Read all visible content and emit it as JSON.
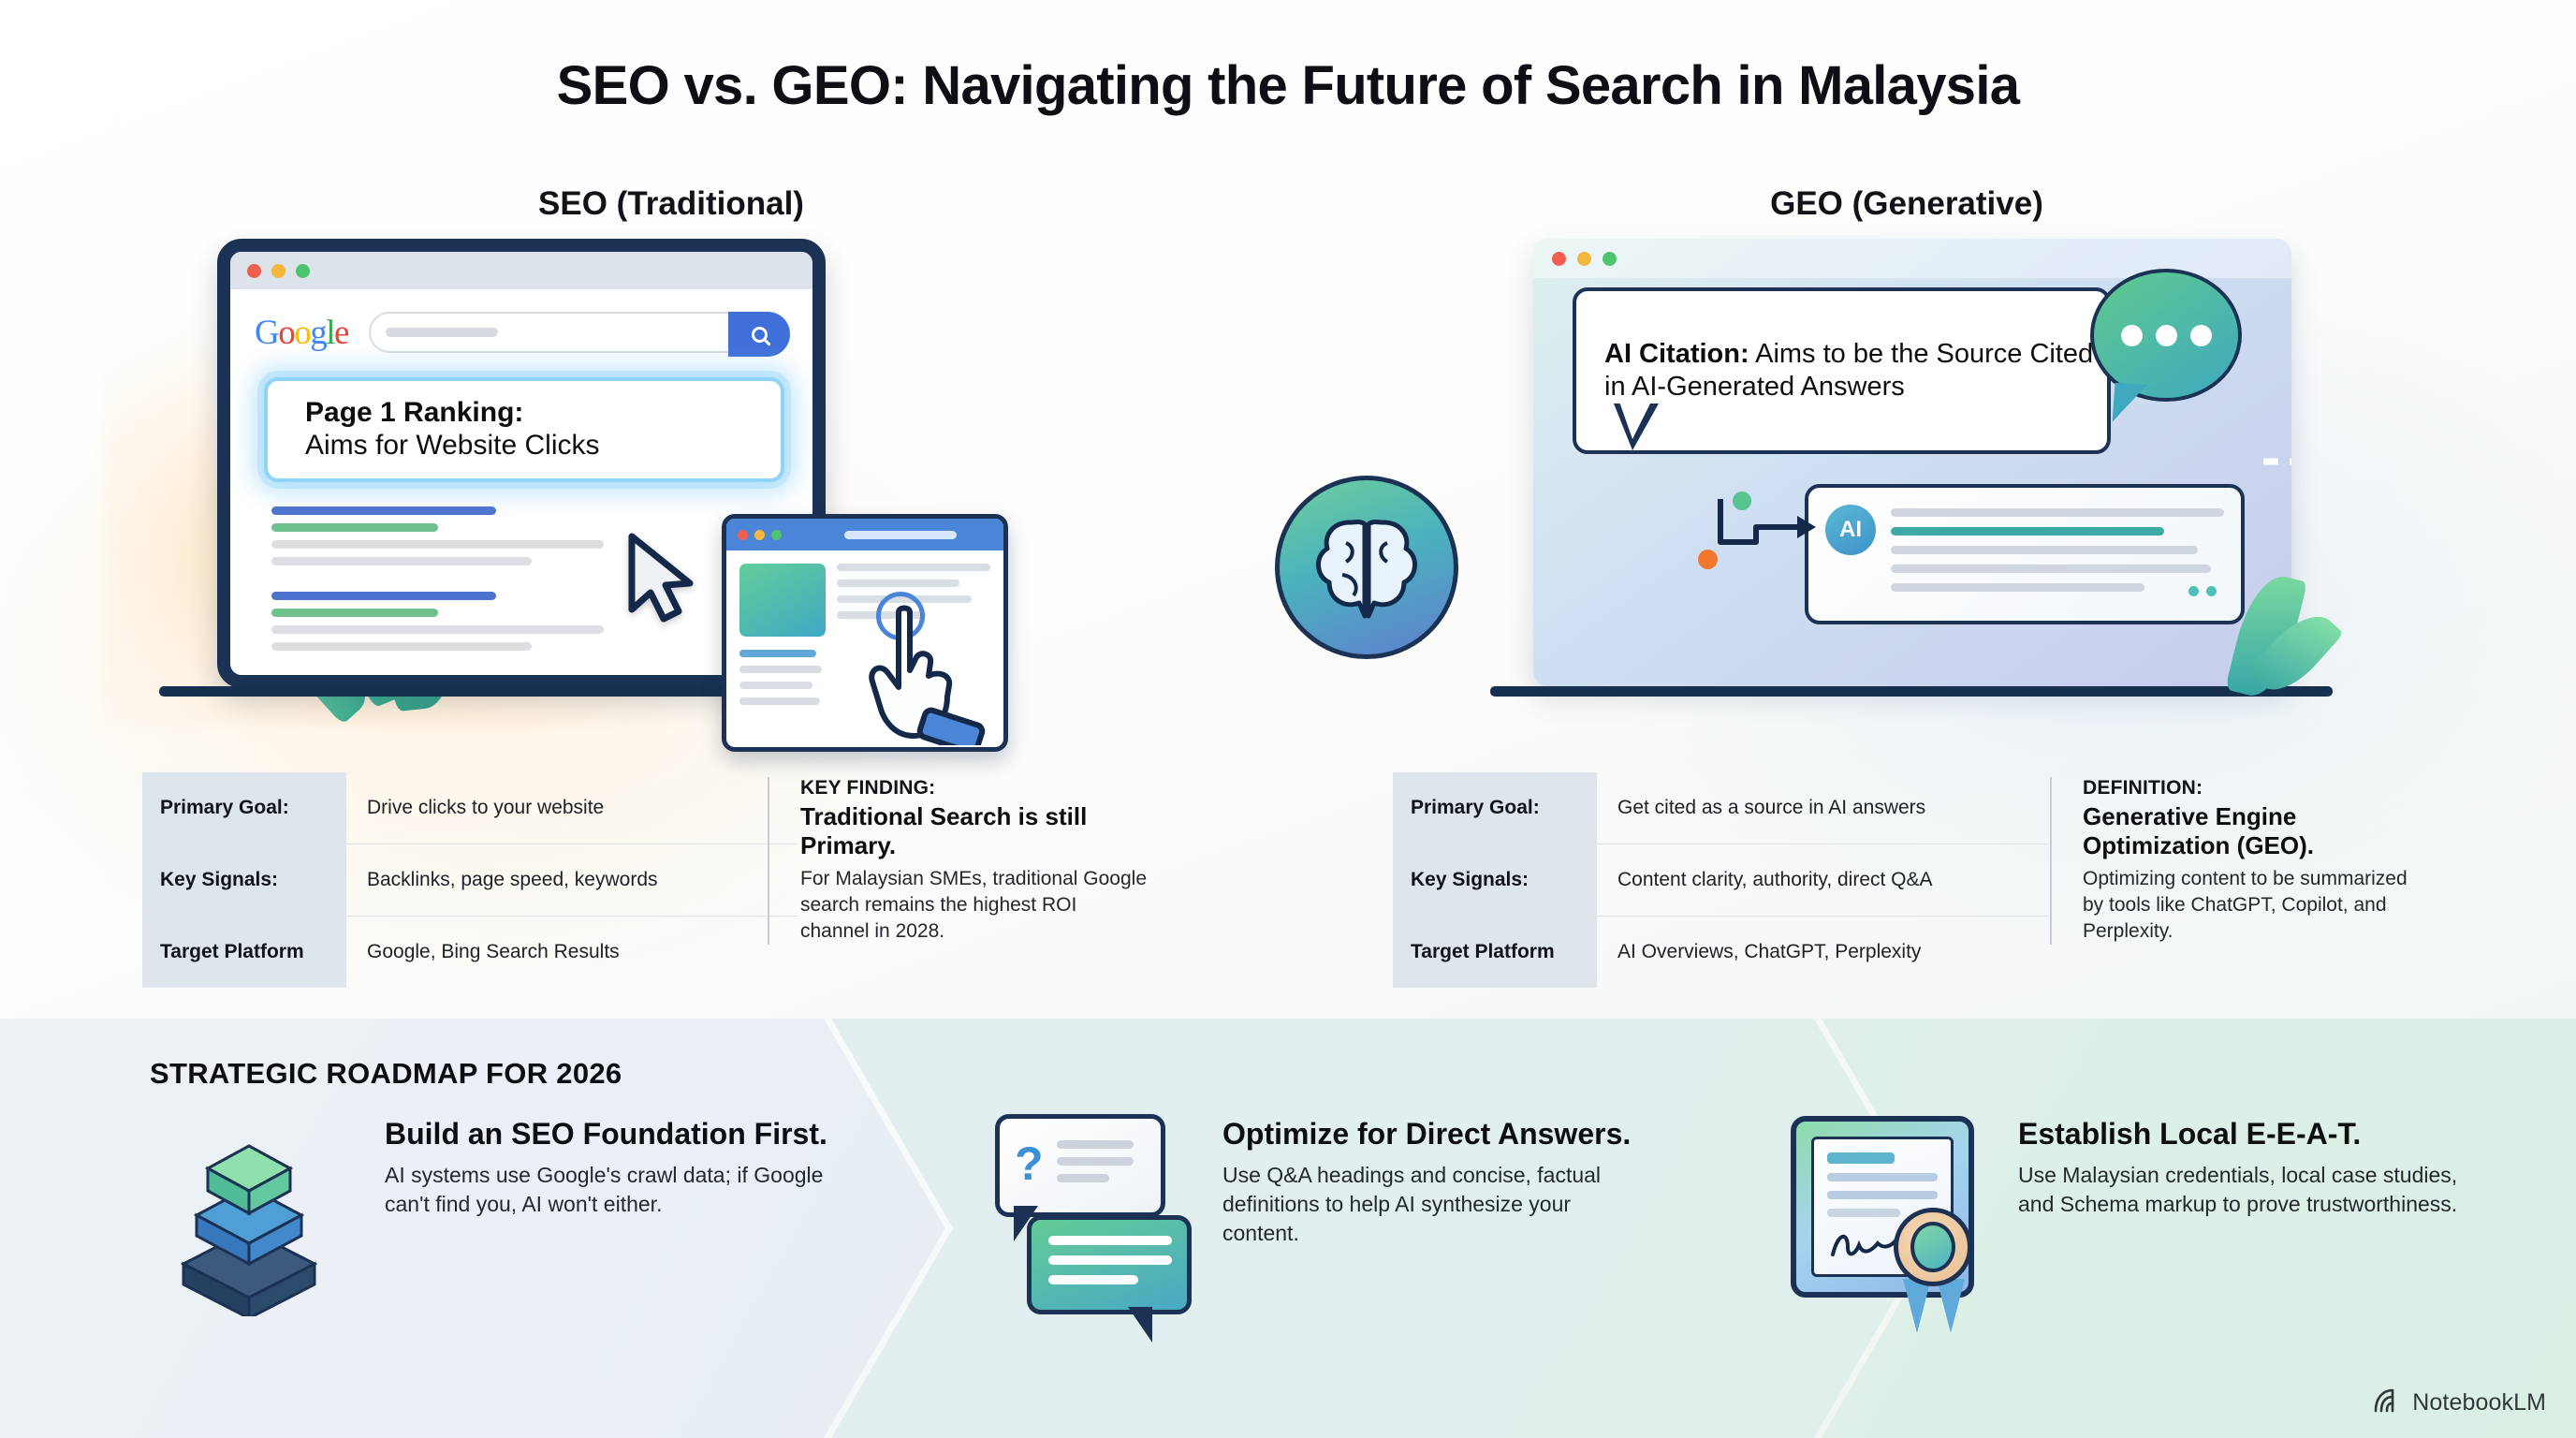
{
  "title": "SEO vs. GEO: Navigating the Future of Search in Malaysia",
  "columns": {
    "seo_heading": "SEO (Traditional)",
    "geo_heading": "GEO (Generative)"
  },
  "seo_device": {
    "browser_logo": "Google",
    "logo_letters": [
      "G",
      "o",
      "o",
      "g",
      "l",
      "e"
    ],
    "search_icon": "search-icon",
    "callout_line1": "Page 1 Ranking:",
    "callout_line2": "Aims for Website Clicks",
    "cursor_icon": "arrow-cursor-icon",
    "mini_window_cursor": "pointing-hand-icon"
  },
  "geo_device": {
    "bubble_bold": "AI Citation:",
    "bubble_rest": " Aims to be the Source Cited in AI-Generated Answers",
    "chat_icon": "chat-bubble-icon",
    "brain_icon": "brain-icon",
    "ai_badge": "AI"
  },
  "seo_spec": {
    "rows": [
      {
        "key": "Primary Goal:",
        "value": "Drive clicks to your website"
      },
      {
        "key": "Key Signals:",
        "value": "Backlinks, page speed, keywords"
      },
      {
        "key": "Target Platform",
        "value": "Google, Bing Search Results"
      }
    ]
  },
  "geo_spec": {
    "rows": [
      {
        "key": "Primary Goal:",
        "value": "Get cited as a source in AI answers"
      },
      {
        "key": "Key Signals:",
        "value": "Content clarity, authority, direct Q&A"
      },
      {
        "key": "Target Platform",
        "value": "AI Overviews, ChatGPT, Perplexity"
      }
    ]
  },
  "seo_note": {
    "kicker": "KEY FINDING:",
    "headline": "Traditional Search is still Primary.",
    "body": "For Malaysian SMEs, traditional Google search remains the highest ROI channel in 2028."
  },
  "geo_note": {
    "kicker": "DEFINITION:",
    "headline": "Generative Engine Optimization (GEO).",
    "body": "Optimizing content to be summarized by tools like ChatGPT, Copilot, and Perplexity."
  },
  "roadmap": {
    "title": "STRATEGIC ROADMAP FOR 2026",
    "steps": [
      {
        "icon": "layered-pyramid-icon",
        "headline": "Build an SEO Foundation First.",
        "body": "AI systems use Google's crawl data; if Google can't find you, AI won't either."
      },
      {
        "icon": "question-answer-bubbles-icon",
        "headline": "Optimize for Direct Answers.",
        "body": "Use Q&A headings and concise, factual definitions to help AI synthesize your content."
      },
      {
        "icon": "certificate-seal-icon",
        "headline": "Establish Local E-E-A-T.",
        "body": "Use Malaysian credentials, local case studies, and Schema markup to prove trustworthiness."
      }
    ]
  },
  "watermark": {
    "icon": "notebooklm-logo-icon",
    "name": "NotebookLM"
  },
  "colors": {
    "accent_blue": "#3f6fd8",
    "accent_teal": "#3fa9a5",
    "accent_green": "#5fc98f",
    "device_navy": "#1b3255",
    "spec_key_bg": "#dfe5ed",
    "orange_node": "#f2772e"
  }
}
